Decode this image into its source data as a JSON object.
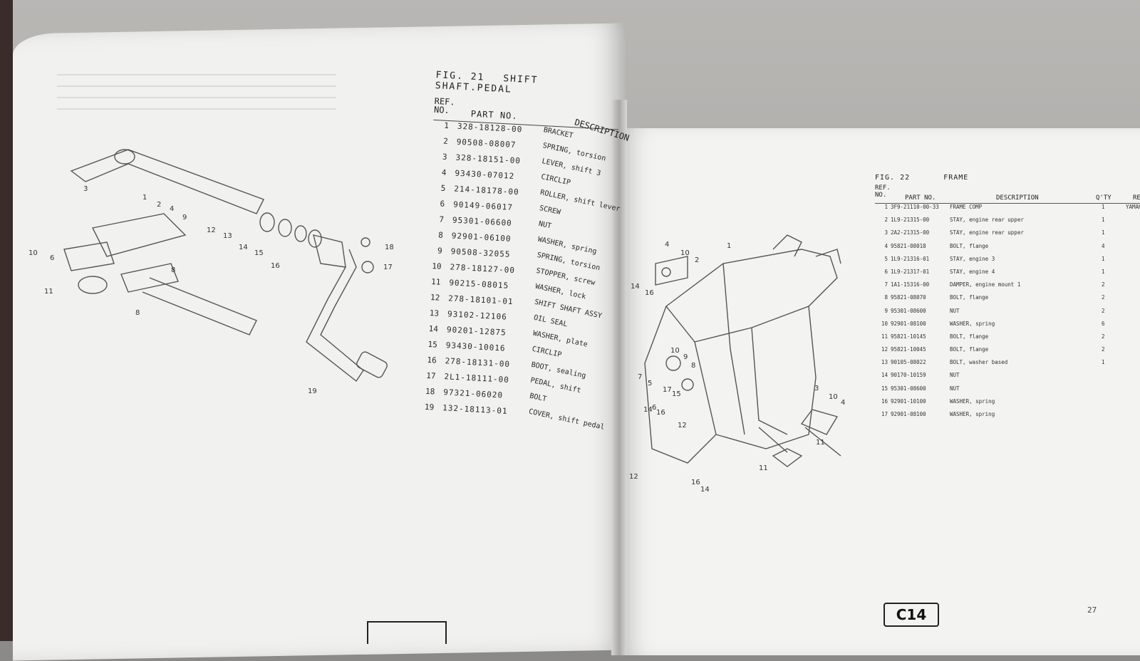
{
  "fig21": {
    "title": "FIG. 21",
    "subtitle": "SHIFT SHAFT.PEDAL",
    "headers": {
      "ref": "REF. NO.",
      "part_no": "PART NO.",
      "description": "DESCRIPTION"
    },
    "rows": [
      {
        "ref": "1",
        "part": "328-18128-00",
        "desc": "BRACKET"
      },
      {
        "ref": "2",
        "part": "90508-08007",
        "desc": "SPRING, torsion"
      },
      {
        "ref": "3",
        "part": "328-18151-00",
        "desc": "LEVER, shift 3"
      },
      {
        "ref": "4",
        "part": "93430-07012",
        "desc": "CIRCLIP"
      },
      {
        "ref": "5",
        "part": "214-18178-00",
        "desc": "ROLLER, shift lever"
      },
      {
        "ref": "6",
        "part": "90149-06017",
        "desc": "SCREW"
      },
      {
        "ref": "7",
        "part": "95301-06600",
        "desc": "NUT"
      },
      {
        "ref": "8",
        "part": "92901-06100",
        "desc": "WASHER, spring"
      },
      {
        "ref": "9",
        "part": "90508-32055",
        "desc": "SPRING, torsion"
      },
      {
        "ref": "10",
        "part": "278-18127-00",
        "desc": "STOPPER, screw"
      },
      {
        "ref": "11",
        "part": "90215-08015",
        "desc": "WASHER, lock"
      },
      {
        "ref": "12",
        "part": "278-18101-01",
        "desc": "SHIFT SHAFT ASSY"
      },
      {
        "ref": "13",
        "part": "93102-12106",
        "desc": "OIL SEAL"
      },
      {
        "ref": "14",
        "part": "90201-12875",
        "desc": "WASHER, plate"
      },
      {
        "ref": "15",
        "part": "93430-10016",
        "desc": "CIRCLIP"
      },
      {
        "ref": "16",
        "part": "278-18131-00",
        "desc": "BOOT, sealing"
      },
      {
        "ref": "17",
        "part": "2L1-18111-00",
        "desc": "PEDAL, shift"
      },
      {
        "ref": "18",
        "part": "97321-06020",
        "desc": "BOLT"
      },
      {
        "ref": "19",
        "part": "132-18113-01",
        "desc": "COVER, shift pedal"
      }
    ]
  },
  "fig22": {
    "title": "FIG. 22",
    "subtitle": "FRAME",
    "headers": {
      "ref": "REF. NO.",
      "part_no": "PART NO.",
      "description": "DESCRIPTION",
      "qty": "Q'TY",
      "remarks": "RE"
    },
    "rows": [
      {
        "ref": "1",
        "part": "3F9-21110-00-33",
        "desc": "FRAME COMP",
        "qty": "1",
        "rem": "YAMAH"
      },
      {
        "ref": "2",
        "part": "1L9-21315-00",
        "desc": "STAY, engine rear upper",
        "qty": "1",
        "rem": ""
      },
      {
        "ref": "3",
        "part": "2A2-21315-00",
        "desc": "STAY, engine rear upper",
        "qty": "1",
        "rem": ""
      },
      {
        "ref": "4",
        "part": "95821-08018",
        "desc": "BOLT, flange",
        "qty": "4",
        "rem": ""
      },
      {
        "ref": "5",
        "part": "1L9-21316-01",
        "desc": "STAY, engine 3",
        "qty": "1",
        "rem": ""
      },
      {
        "ref": "6",
        "part": "1L9-21317-01",
        "desc": "STAY, engine 4",
        "qty": "1",
        "rem": ""
      },
      {
        "ref": "7",
        "part": "1A1-15316-00",
        "desc": "DAMPER, engine mount 1",
        "qty": "2",
        "rem": ""
      },
      {
        "ref": "8",
        "part": "95821-08070",
        "desc": "BOLT, flange",
        "qty": "2",
        "rem": ""
      },
      {
        "ref": "9",
        "part": "95301-08600",
        "desc": "NUT",
        "qty": "2",
        "rem": ""
      },
      {
        "ref": "10",
        "part": "92901-08100",
        "desc": "WASHER, spring",
        "qty": "6",
        "rem": ""
      },
      {
        "ref": "11",
        "part": "95821-10145",
        "desc": "BOLT, flange",
        "qty": "2",
        "rem": ""
      },
      {
        "ref": "12",
        "part": "95821-10045",
        "desc": "BOLT, flange",
        "qty": "2",
        "rem": ""
      },
      {
        "ref": "13",
        "part": "90105-08022",
        "desc": "BOLT, washer based",
        "qty": "1",
        "rem": ""
      },
      {
        "ref": "14",
        "part": "90170-10159",
        "desc": "NUT",
        "qty": "",
        "rem": ""
      },
      {
        "ref": "15",
        "part": "95301-08600",
        "desc": "NUT",
        "qty": "",
        "rem": ""
      },
      {
        "ref": "16",
        "part": "92901-10100",
        "desc": "WASHER, spring",
        "qty": "",
        "rem": ""
      },
      {
        "ref": "17",
        "part": "92901-08100",
        "desc": "WASHER, spring",
        "qty": "",
        "rem": ""
      }
    ]
  },
  "page_code": "C14",
  "page_number": "27"
}
